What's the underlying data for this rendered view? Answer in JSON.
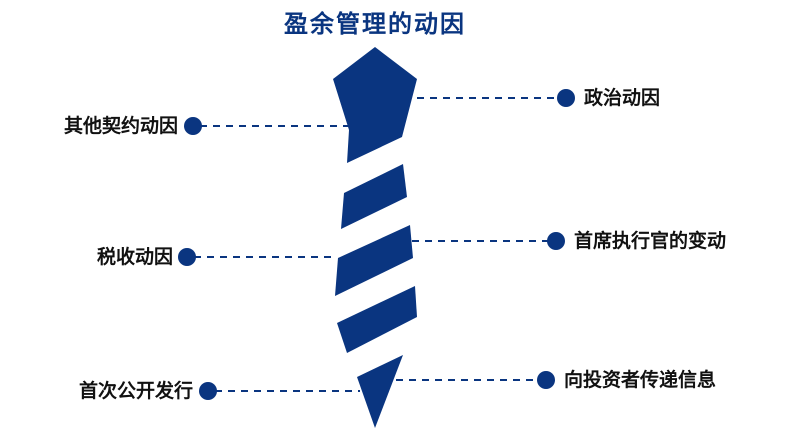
{
  "title": "盈余管理的动因",
  "colors": {
    "primary": "#0a3580",
    "text": "#111111"
  },
  "left_factors": [
    "其他契约动因",
    "税收动因",
    "首次公开发行"
  ],
  "right_factors": [
    "政治动因",
    "首席执行官的变动",
    "向投资者传递信息"
  ]
}
